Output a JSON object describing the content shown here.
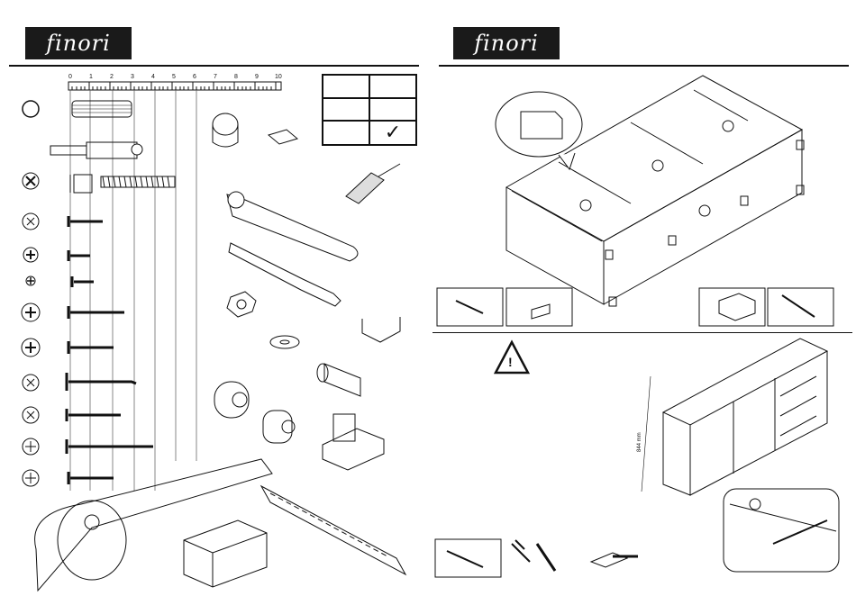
{
  "left_page": {
    "brand": "finori",
    "ruler": {
      "ticks": [
        "0",
        "1",
        "2",
        "3",
        "4",
        "5",
        "6",
        "7",
        "8",
        "9",
        "10"
      ]
    },
    "checklist": {
      "check_mark": "✓"
    }
  },
  "right_page": {
    "brand": "finori",
    "dimension_label": "844 mm",
    "warning_symbol": "!"
  },
  "icons": {
    "warning": "warning-triangle-icon",
    "check": "checkmark-icon"
  },
  "colors": {
    "ink": "#111111",
    "paper": "#ffffff",
    "shade": "#cfcfcf"
  }
}
